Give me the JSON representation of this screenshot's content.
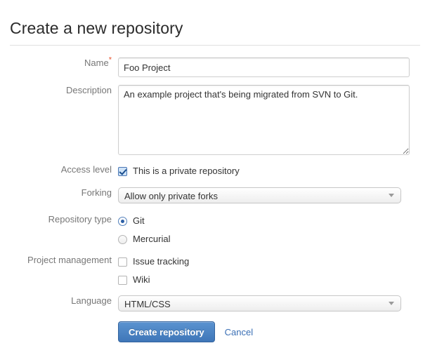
{
  "header": {
    "title": "Create a new repository"
  },
  "form": {
    "name": {
      "label": "Name",
      "required_marker": "*",
      "value": "Foo Project",
      "placeholder": ""
    },
    "description": {
      "label": "Description",
      "value": "An example project that's being migrated from SVN to Git.",
      "placeholder": ""
    },
    "access_level": {
      "label": "Access level",
      "checkbox_label": "This is a private repository",
      "checked": true
    },
    "forking": {
      "label": "Forking",
      "selected": "Allow only private forks",
      "options": [
        "Allow only private forks"
      ]
    },
    "repository_type": {
      "label": "Repository type",
      "options": [
        {
          "label": "Git",
          "selected": true
        },
        {
          "label": "Mercurial",
          "selected": false
        }
      ]
    },
    "project_management": {
      "label": "Project management",
      "options": [
        {
          "label": "Issue tracking",
          "checked": false
        },
        {
          "label": "Wiki",
          "checked": false
        }
      ]
    },
    "language": {
      "label": "Language",
      "selected": "HTML/CSS",
      "options": [
        "HTML/CSS"
      ]
    },
    "actions": {
      "submit_label": "Create repository",
      "cancel_label": "Cancel"
    }
  },
  "colors": {
    "primary_button": "#3f76b8",
    "link": "#3a6fb5",
    "required_asterisk": "#e8542f",
    "label_text": "#777777",
    "body_text": "#333333",
    "field_border": "#cfcfcf"
  }
}
